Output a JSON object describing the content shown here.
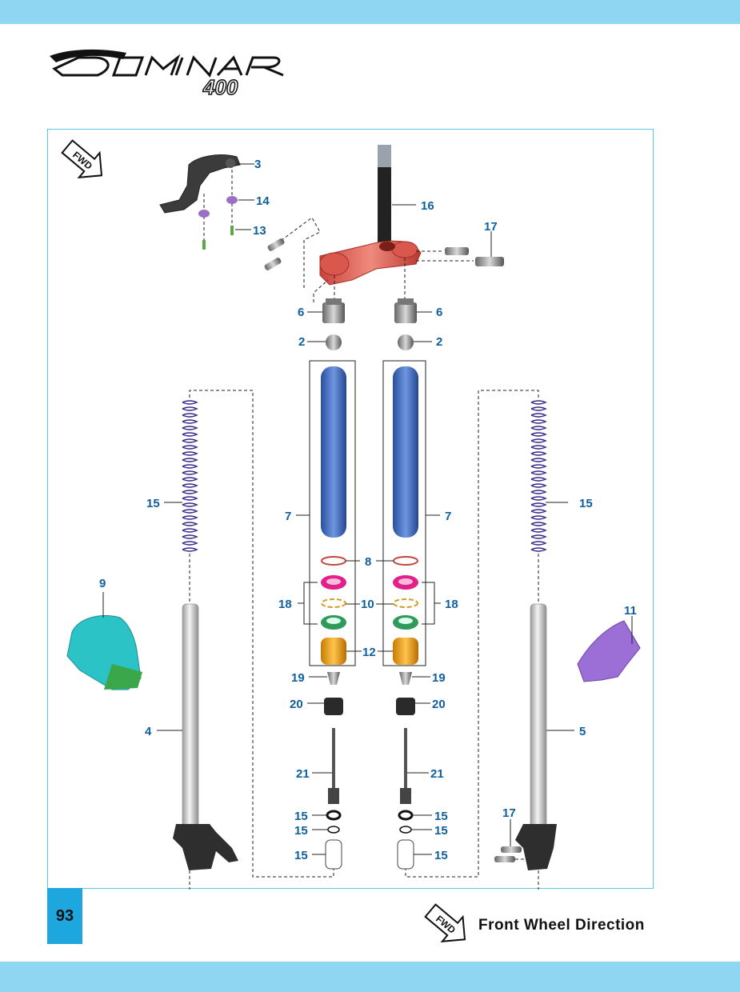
{
  "brand": {
    "logo_word": "DOMINAR",
    "logo_model": "400"
  },
  "fwd_badge": "FWD",
  "fwd_caption": "Front Wheel Direction",
  "page_number": "93",
  "colors": {
    "band": "#8fd6f3",
    "frame": "#5bc5e3",
    "page_box": "#1ea6de",
    "callout": "#0f5f9c"
  },
  "callouts": {
    "c3": "3",
    "c14": "14",
    "c13": "13",
    "c16": "16",
    "c17a": "17",
    "c6a": "6",
    "c6b": "6",
    "c2a": "2",
    "c2b": "2",
    "c15a": "15",
    "c15b": "15",
    "c7a": "7",
    "c7b": "7",
    "c8": "8",
    "c18a": "18",
    "c18b": "18",
    "c10": "10",
    "c9": "9",
    "c11": "11",
    "c12": "12",
    "c19a": "19",
    "c19b": "19",
    "c20a": "20",
    "c20b": "20",
    "c4": "4",
    "c5": "5",
    "c21a": "21",
    "c21b": "21",
    "c15c": "15",
    "c15d": "15",
    "c15e": "15",
    "c15f": "15",
    "c15g": "15",
    "c15h": "15",
    "c17b": "17"
  }
}
